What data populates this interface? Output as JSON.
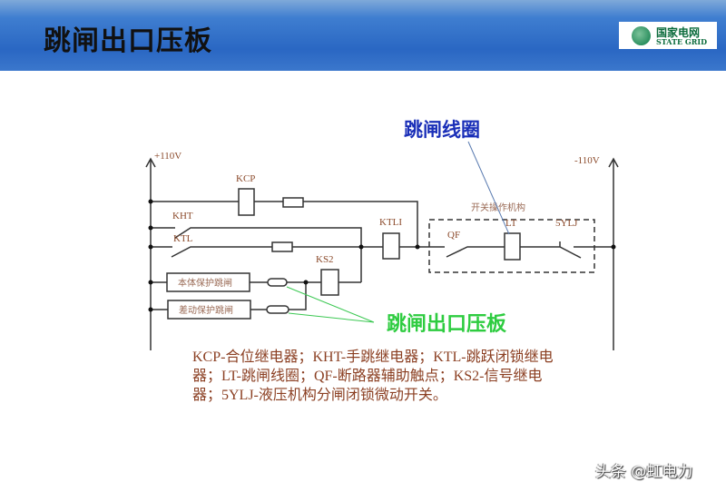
{
  "header": {
    "title": "跳闸出口压板",
    "logo_cn": "国家电网",
    "logo_en": "STATE GRID"
  },
  "diagram": {
    "pos_bus": "+110V",
    "neg_bus": "-110V",
    "kcp": "KCP",
    "kht": "KHT",
    "ktl": "KTL",
    "ktli": "KTLI",
    "ks2": "KS2",
    "box1": "本体保护跳闸",
    "box2": "差动保护跳闸",
    "mechanism": "开关操作机构",
    "qf": "QF",
    "lt": "LT",
    "ylj": "5YLJ",
    "coil_callout": "跳闸线圈",
    "plate_callout": "跳闸出口压板"
  },
  "legend": [
    "KCP-合位继电器；KHT-手跳继电器；KTL-跳跃闭锁继电",
    "器；LT-跳闸线圈；QF-断路器辅助触点；KS2-信号继电",
    "器；5YLJ-液压机构分闸闭锁微动开关。"
  ],
  "watermark": "头条 @虹电力",
  "colors": {
    "callout_blue": "#1a2fb8",
    "callout_green": "#2ecc40",
    "legend_brown": "#8b3f22"
  }
}
